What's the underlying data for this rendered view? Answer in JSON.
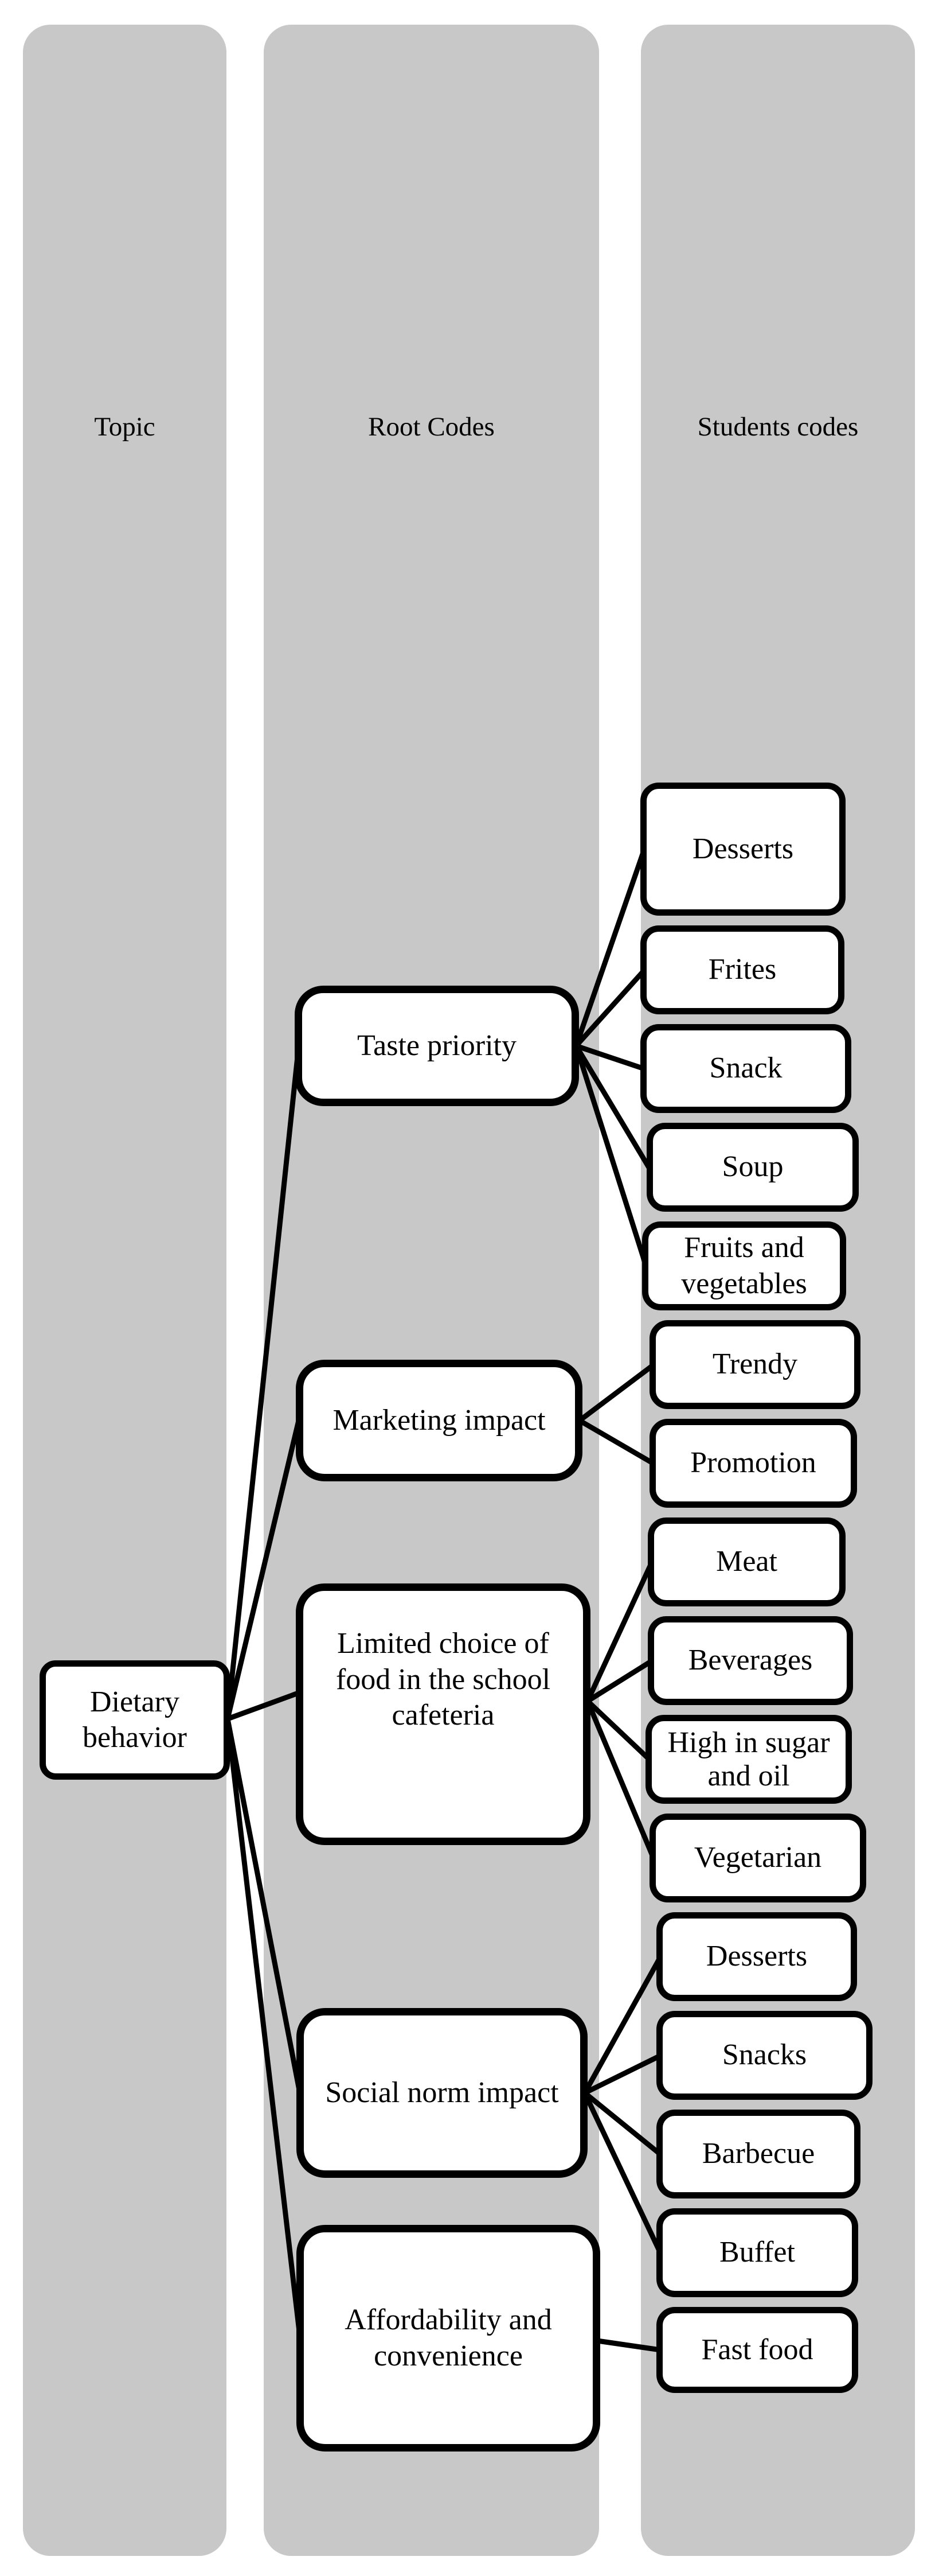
{
  "diagram": {
    "headers": {
      "topic": "Topic",
      "root": "Root Codes",
      "students": "Students codes"
    },
    "topic": {
      "label": "Dietary behavior"
    },
    "root_codes": [
      {
        "label": "Taste priority",
        "children": [
          "Desserts",
          "Frites",
          "Snack",
          "Soup",
          "Fruits and vegetables"
        ]
      },
      {
        "label": "Marketing impact",
        "children": [
          "Trendy",
          "Promotion"
        ]
      },
      {
        "label": "Limited choice of food in the school cafeteria",
        "children": [
          "Meat",
          "Beverages",
          "High in sugar and oil",
          "Vegetarian"
        ]
      },
      {
        "label": "Social norm impact",
        "children": [
          "Desserts",
          "Snacks",
          "Barbecue",
          "Buffet"
        ]
      },
      {
        "label": "Affordability and convenience",
        "children": [
          "Fast food"
        ]
      }
    ],
    "colors": {
      "column_bg": "#c8c8c8",
      "node_bg": "#ffffff",
      "node_border": "#000000",
      "connector": "#000000",
      "text": "#000000"
    }
  }
}
